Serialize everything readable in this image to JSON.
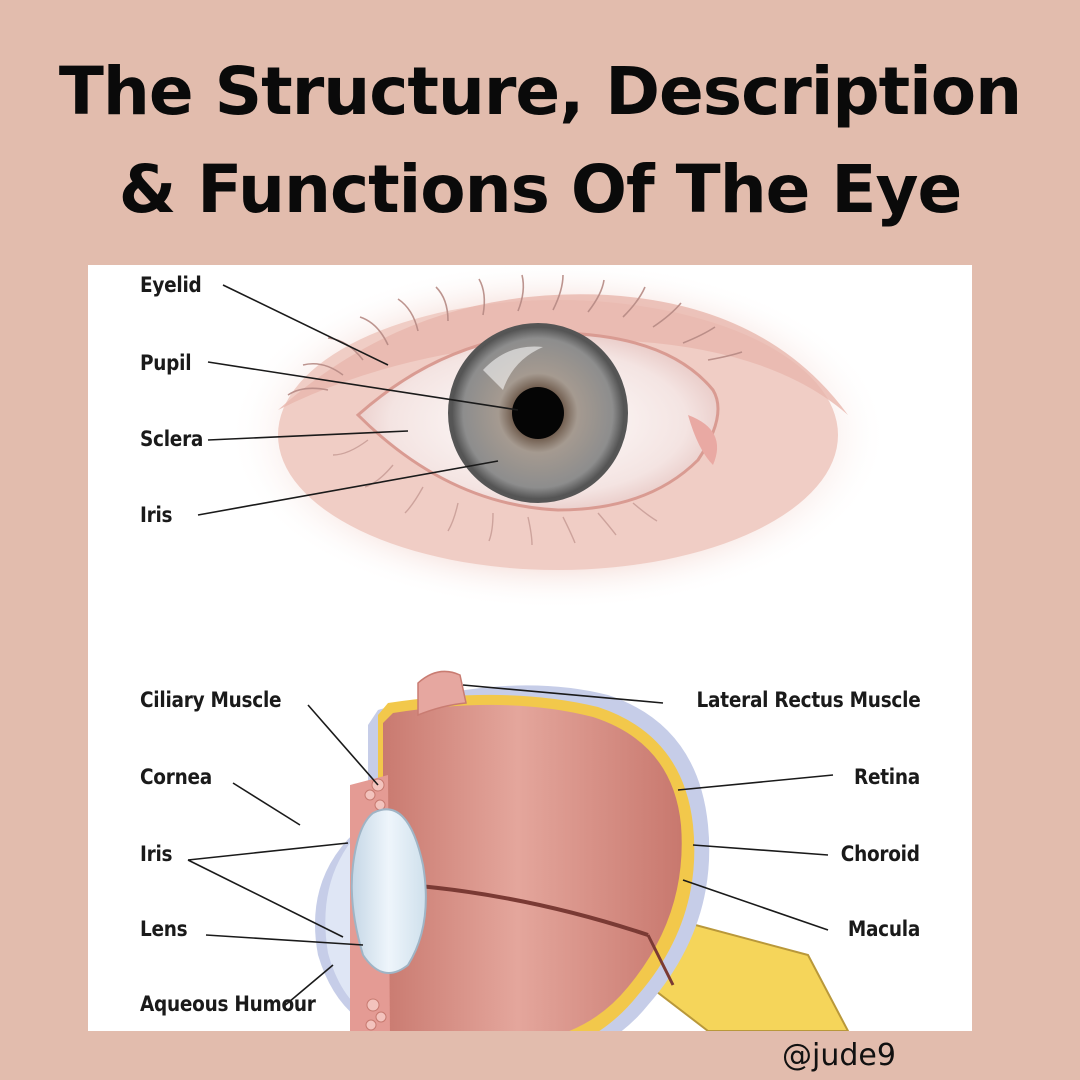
{
  "title": {
    "line1": "The Structure, Description",
    "line2": "& Functions Of The Eye"
  },
  "front_view": {
    "labels": {
      "eyelid": "Eyelid",
      "pupil": "Pupil",
      "sclera": "Sclera",
      "iris": "Iris"
    }
  },
  "cross_section": {
    "left_labels": {
      "ciliary_muscle": "Ciliary Muscle",
      "cornea": "Cornea",
      "iris": "Iris",
      "lens": "Lens",
      "aqueous_humour": "Aqueous Humour"
    },
    "right_labels": {
      "lateral_rectus_muscle": "Lateral Rectus Muscle",
      "retina": "Retina",
      "choroid": "Choroid",
      "macula": "Macula"
    }
  },
  "handle": "@jude9",
  "colors": {
    "background": "#e2bcad",
    "panel": "#ffffff",
    "iris": "#8a8a8a",
    "eyeball": "#d69389",
    "retina_layer": "#f2c84b",
    "outer_layer": "#c6cde8",
    "optic_nerve": "#f5d55a"
  }
}
